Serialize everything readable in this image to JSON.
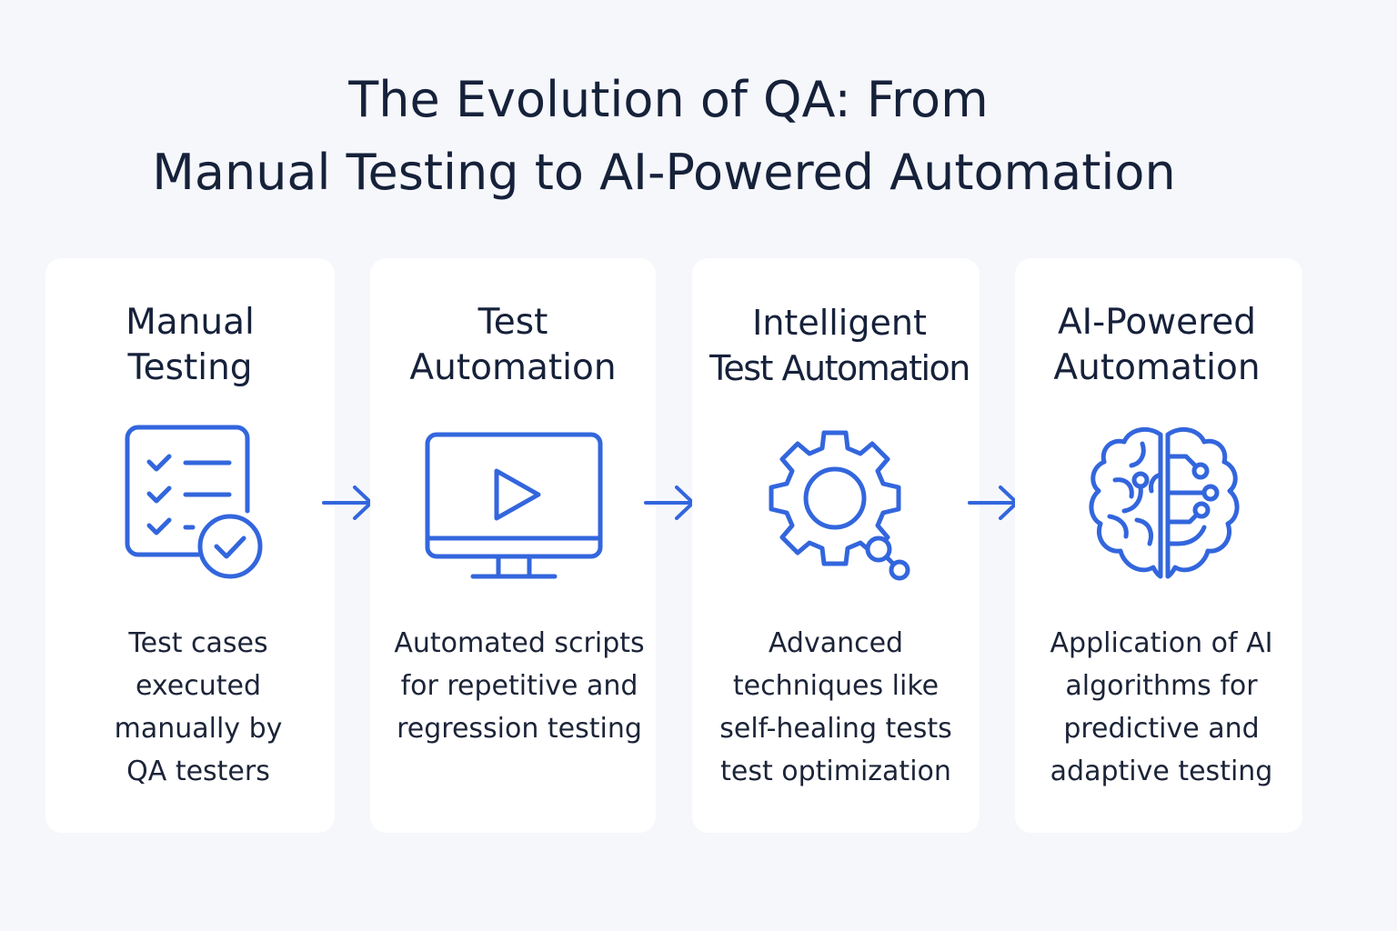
{
  "title": {
    "line1": "The Evolution of QA: From",
    "line2": "Manual Testing to AI-Powered Automation"
  },
  "colors": {
    "accent": "#3366dd",
    "background": "#f5f7fb",
    "card": "#ffffff",
    "text": "#16213a"
  },
  "stages": [
    {
      "title": [
        "Manual",
        "Testing"
      ],
      "icon": "checklist-icon",
      "description": [
        "Test cases",
        "executed",
        "manually by",
        "QA testers"
      ]
    },
    {
      "title": [
        "Test",
        "Automation"
      ],
      "icon": "monitor-play-icon",
      "description": [
        "Automated scripts",
        "for repetitive and",
        "regression testing"
      ]
    },
    {
      "title": [
        "Intelligent",
        "Test Automation"
      ],
      "icon": "gear-icon",
      "description": [
        "Advanced",
        "techniques like",
        "self-healing tests",
        "test optimization"
      ]
    },
    {
      "title": [
        "AI-Powered",
        "Automation"
      ],
      "icon": "brain-circuit-icon",
      "description": [
        "Application of AI",
        "algorithms for",
        "predictive and",
        "adaptive testing"
      ]
    }
  ]
}
